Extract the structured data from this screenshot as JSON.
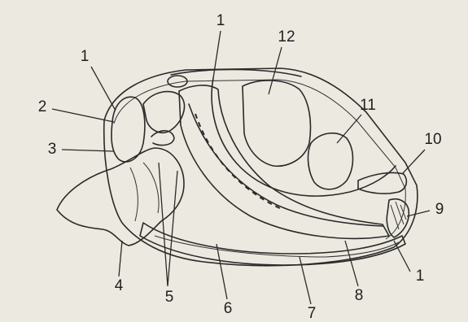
{
  "colors": {
    "background": "#ece9e0",
    "ink": "#2a2a2a",
    "shell_fill": "#e3dfd3",
    "foot_fill": "#cfc9bb",
    "stipple": "#8f897c"
  },
  "labels": [
    {
      "id": "l1-top",
      "text": "1"
    },
    {
      "id": "l1-left",
      "text": "1"
    },
    {
      "id": "l12",
      "text": "12"
    },
    {
      "id": "l2",
      "text": "2"
    },
    {
      "id": "l11",
      "text": "11"
    },
    {
      "id": "l3",
      "text": "3"
    },
    {
      "id": "l10",
      "text": "10"
    },
    {
      "id": "l9",
      "text": "9"
    },
    {
      "id": "l1-right",
      "text": "1"
    },
    {
      "id": "l4",
      "text": "4"
    },
    {
      "id": "l5",
      "text": "5"
    },
    {
      "id": "l6",
      "text": "6"
    },
    {
      "id": "l7",
      "text": "7"
    },
    {
      "id": "l8",
      "text": "8"
    }
  ]
}
